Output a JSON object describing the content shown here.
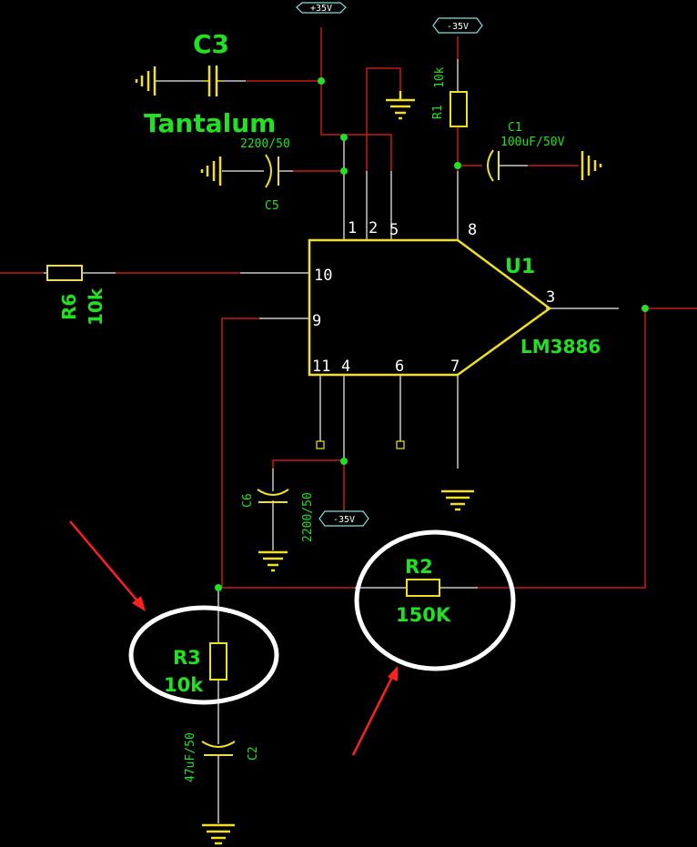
{
  "colors": {
    "wire_red": "#cc1818",
    "wire_gray": "#c8c8c8",
    "component_yellow": "#f0e020",
    "text_green": "#22e022",
    "dot_green": "#22e022",
    "rail_cyan": "#80e0e0",
    "annotation_white": "#ffffff",
    "arrow_red": "#ff2020"
  },
  "rails": {
    "pos_top": "+35V",
    "neg_top": "-35V",
    "neg_bottom": "-35V"
  },
  "components": {
    "c3": {
      "ref": "C3",
      "note": "Tantalum"
    },
    "c5": {
      "ref": "C5",
      "value": "2200/50"
    },
    "c1": {
      "ref": "C1",
      "value": "100uF/50V"
    },
    "r1": {
      "ref": "R1",
      "value": "10k"
    },
    "r6": {
      "ref": "R6",
      "value": "10k"
    },
    "u1": {
      "ref": "U1",
      "part": "LM3886"
    },
    "c6": {
      "ref": "C6",
      "value": "2200/50"
    },
    "r2": {
      "ref": "R2",
      "value": "150K"
    },
    "r3": {
      "ref": "R3",
      "value": "10k"
    },
    "c2": {
      "ref": "C2",
      "value": "47uF/50"
    }
  },
  "pins": {
    "p1": "1",
    "p2": "2",
    "p5": "5",
    "p8": "8",
    "p10": "10",
    "p9": "9",
    "p3": "3",
    "p11": "11",
    "p4": "4",
    "p6": "6",
    "p7": "7"
  }
}
